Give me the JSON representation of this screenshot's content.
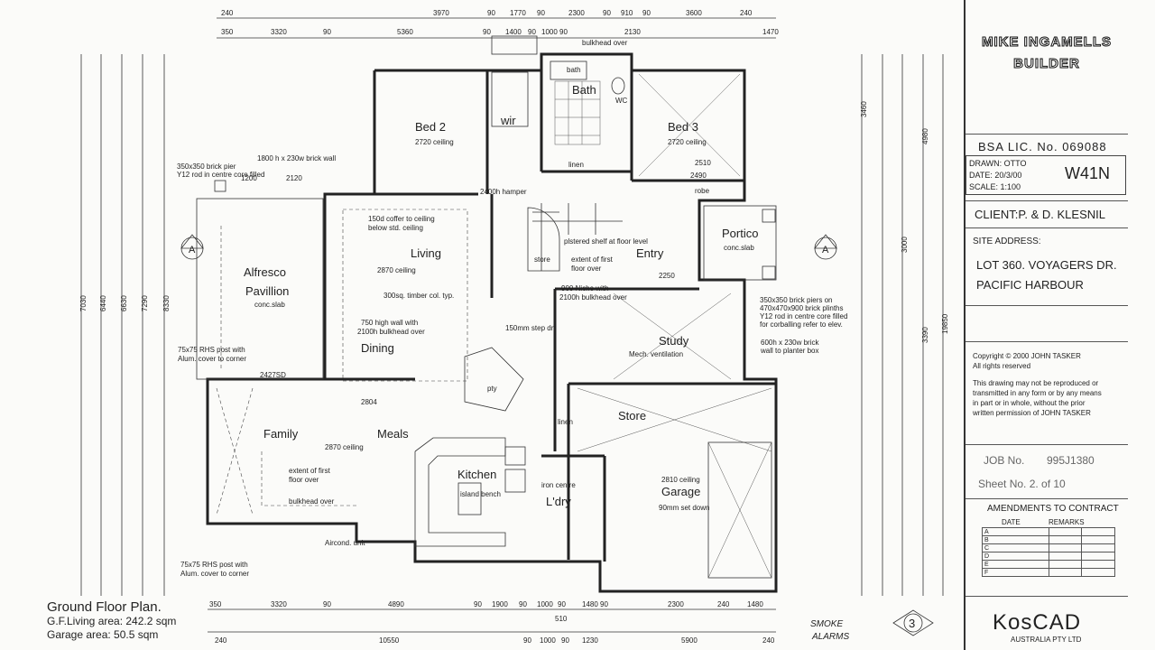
{
  "rooms": {
    "bed2": "Bed 2",
    "bed2_ceiling": "2720 ceiling",
    "wir": "wir",
    "bath": "Bath",
    "bath_label": "bath",
    "wc": "WC",
    "bed3": "Bed 3",
    "bed3_ceiling": "2720 ceiling",
    "living": "Living",
    "living_ceiling": "2870 ceiling",
    "alfresco": "Alfresco",
    "pavillion": "Pavillion",
    "alfresco_slab": "conc.slab",
    "portico": "Portico",
    "portico_slab": "conc.slab",
    "entry": "Entry",
    "dining": "Dining",
    "study": "Study",
    "store": "Store",
    "family": "Family",
    "family_ceiling": "2870 ceiling",
    "meals": "Meals",
    "kitchen": "Kitchen",
    "ldry": "L'dry",
    "garage": "Garage",
    "garage_ceiling": "2810 ceiling",
    "garage_setdown": "90mm set down",
    "pty": "pty",
    "linen": "linen",
    "linen2": "linen",
    "robe": "robe",
    "store2": "store",
    "island": "island bench"
  },
  "notes": {
    "coffer": "150d coffer to ceiling",
    "coffer2": "below std. ceiling",
    "brick_wall": "1800 h x 230w brick wall",
    "brick_pier": "350x350 brick pier",
    "brick_pier2": "Y12 rod in centre core filled",
    "timber_col": "300sq. timber col. typ.",
    "high_wall": "750 high wall with",
    "high_wall2": "2100h bulkhead over",
    "post1": "75x75 RHS post with",
    "post1b": "Alum. cover to corner",
    "post2": "75x75 RHS post with",
    "post2b": "Alum. cover to corner",
    "extent1": "extent of first",
    "extent1b": "floor over",
    "extent2": "extent of first",
    "extent2b": "floor over",
    "bulkhead": "bulkhead over",
    "aircond": "Aircond. unit",
    "plaster_shelf": "plstered shelf at floor level",
    "niche": "900 Niche with",
    "niche2": "2100h bulkhead over",
    "step_dn": "150mm step dn",
    "mech": "Mech. ventilation",
    "brick_piers": "350x350 brick piers on",
    "brick_piers2": "470x470x900 brick plinths",
    "brick_piers3": "Y12 rod in centre core filled",
    "brick_piers4": "for corballing refer to elev.",
    "planter": "600h x 230w brick",
    "planter2": "wall to planter box",
    "hamper": "2400h hamper",
    "bulkhead_top": "bulkhead over",
    "iron_centre": "iron centre",
    "smoke": "SMOKE",
    "smoke2": "ALARMS"
  },
  "dims": {
    "top_row1": [
      "240",
      "3970",
      "90",
      "1770",
      "90",
      "2300",
      "90",
      "910",
      "90",
      "3600",
      "240"
    ],
    "top_row2": [
      "350",
      "3320",
      "90",
      "5360",
      "90",
      "1400",
      "90",
      "1000",
      "90",
      "2130",
      "1470"
    ],
    "bottom_row1": [
      "350",
      "3320",
      "90",
      "4890",
      "90",
      "1900",
      "90",
      "1000",
      "90",
      "1480",
      "90",
      "2300",
      "240",
      "1480"
    ],
    "bottom_row2": [
      "240",
      "10550",
      "90",
      "1000",
      "90",
      "1230",
      "5900",
      "240"
    ],
    "bottom_mid": "510",
    "left_outer": "7030",
    "left_a": "6440",
    "left_b": "6630",
    "left_c": "7290",
    "left_d": "8330",
    "right_outer": "19850",
    "right_a": "3460",
    "right_b": "4980",
    "right_c": "3000",
    "right_d": "3390",
    "interior": [
      "2804",
      "2427SD",
      "2250",
      "2120",
      "1200",
      "2510",
      "2490"
    ]
  },
  "markers": {
    "section_a_left": "A",
    "section_a_right": "A",
    "circle3": "3"
  },
  "footer": {
    "title": "Ground Floor Plan.",
    "living_area": "G.F.Living area: 242.2 sqm",
    "garage_area": "Garage area: 50.5 sqm"
  },
  "title_block": {
    "builder1": "MIKE INGAMELLS",
    "builder2": "BUILDER",
    "bsa": "BSA LIC. No. 069088",
    "drawn": "DRAWN:  OTTO",
    "date": "DATE:    20/3/00",
    "scale": "SCALE:  1:100",
    "drawing_code": "W41N",
    "client": "CLIENT:P. & D. KLESNIL",
    "site_label": "SITE ADDRESS:",
    "site1": "LOT 360. VOYAGERS DR.",
    "site2": "PACIFIC HARBOUR",
    "copyright1": "Copyright © 2000 JOHN TASKER",
    "copyright2": "All rights reserved",
    "copyright3": "This drawing may not be reproduced or",
    "copyright4": "transmitted in any form or by any means",
    "copyright5": "in part or in whole, without the prior",
    "copyright6": "written permission of  JOHN TASKER",
    "job_label": "JOB No.",
    "job_no": "995J1380",
    "sheet": "Sheet No. 2. of 10",
    "amend_title": "AMENDMENTS TO CONTRACT",
    "amend_date": "DATE",
    "amend_remarks": "REMARKS",
    "amend_rows": [
      "A",
      "B",
      "C",
      "D",
      "E",
      "F"
    ],
    "logo": "KosCAD",
    "logo_sub": "AUSTRALIA PTY LTD"
  }
}
